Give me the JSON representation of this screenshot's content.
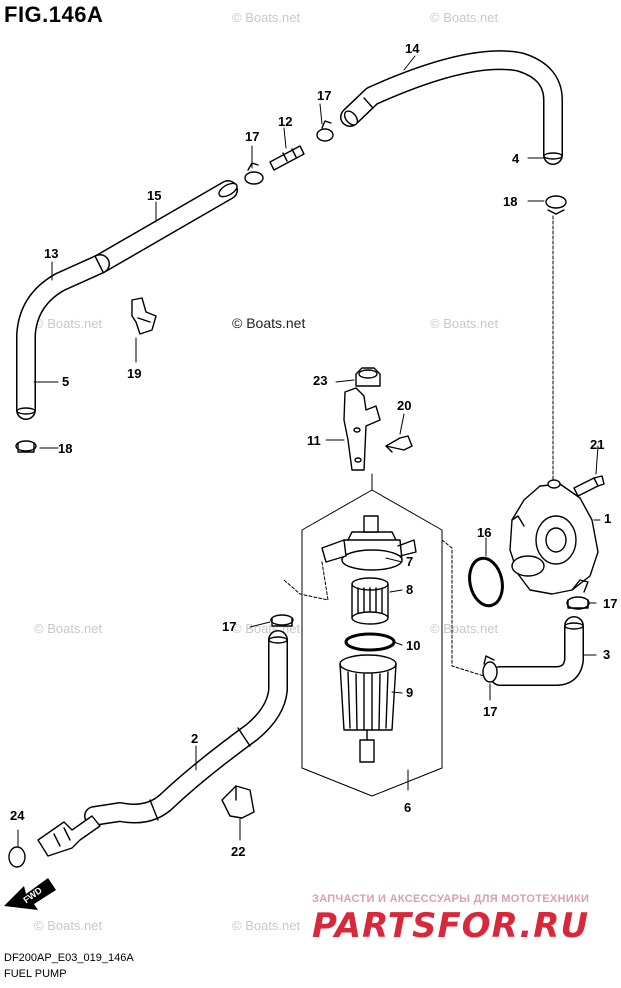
{
  "figure_title": "FIG.146A",
  "watermark": "© Boats.net",
  "footer": {
    "code": "DF200AP_E03_019_146A",
    "name": "FUEL PUMP"
  },
  "promo": {
    "tagline": "ЗАПЧАСТИ И АКСЕССУАРЫ ДЛЯ МОТОТЕХНИКИ",
    "logo": "PARTSFOR.RU",
    "color": "#d8283b"
  },
  "fwd_label": "FWD",
  "callouts": [
    "1",
    "2",
    "3",
    "4",
    "5",
    "6",
    "7",
    "8",
    "9",
    "10",
    "11",
    "12",
    "13",
    "14",
    "15",
    "16",
    "17",
    "17",
    "17",
    "17",
    "17",
    "18",
    "18",
    "19",
    "20",
    "21",
    "22",
    "23",
    "24"
  ]
}
